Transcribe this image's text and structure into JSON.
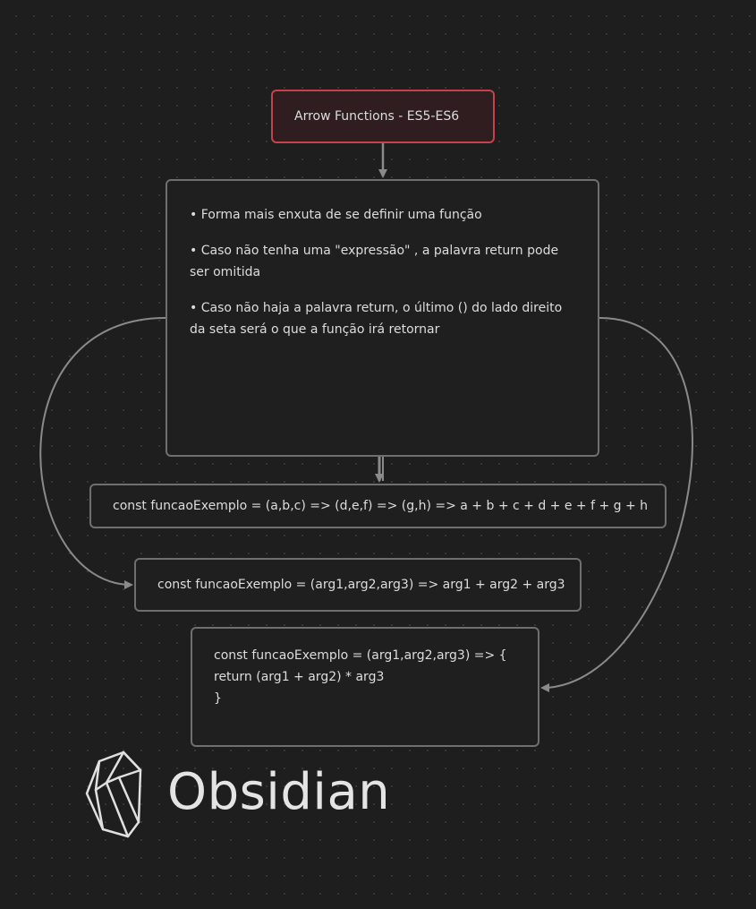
{
  "title_node": {
    "text": "Arrow Functions - ES5-ES6"
  },
  "main_node": {
    "bullets": [
      "• Forma mais enxuta de se definir uma função",
      "• Caso não tenha uma \"expressão\" , a palavra return pode ser omitida",
      "• Caso não haja a palavra return, o último () do lado direito da seta será o que a função irá retornar"
    ]
  },
  "chain_node": {
    "text": "const funcaoExemplo = (a,b,c) => (d,e,f) => (g,h) => a + b + c + d + e + f + g + h"
  },
  "implicit_node": {
    "text": "const funcaoExemplo = (arg1,arg2,arg3) => arg1 + arg2 + arg3"
  },
  "explicit_node": {
    "lines": [
      "const funcaoExemplo = (arg1,arg2,arg3) => {",
      "return (arg1 + arg2) * arg3",
      "}"
    ]
  },
  "branding": {
    "name": "Obsidian",
    "icon": "obsidian-logo-icon"
  },
  "colors": {
    "background": "#1e1e1e",
    "node_border": "#6f6f6f",
    "title_border": "#c4434b",
    "title_fill": "#2f1d1f",
    "edge": "#8a8a8a",
    "text": "#dcddde"
  }
}
